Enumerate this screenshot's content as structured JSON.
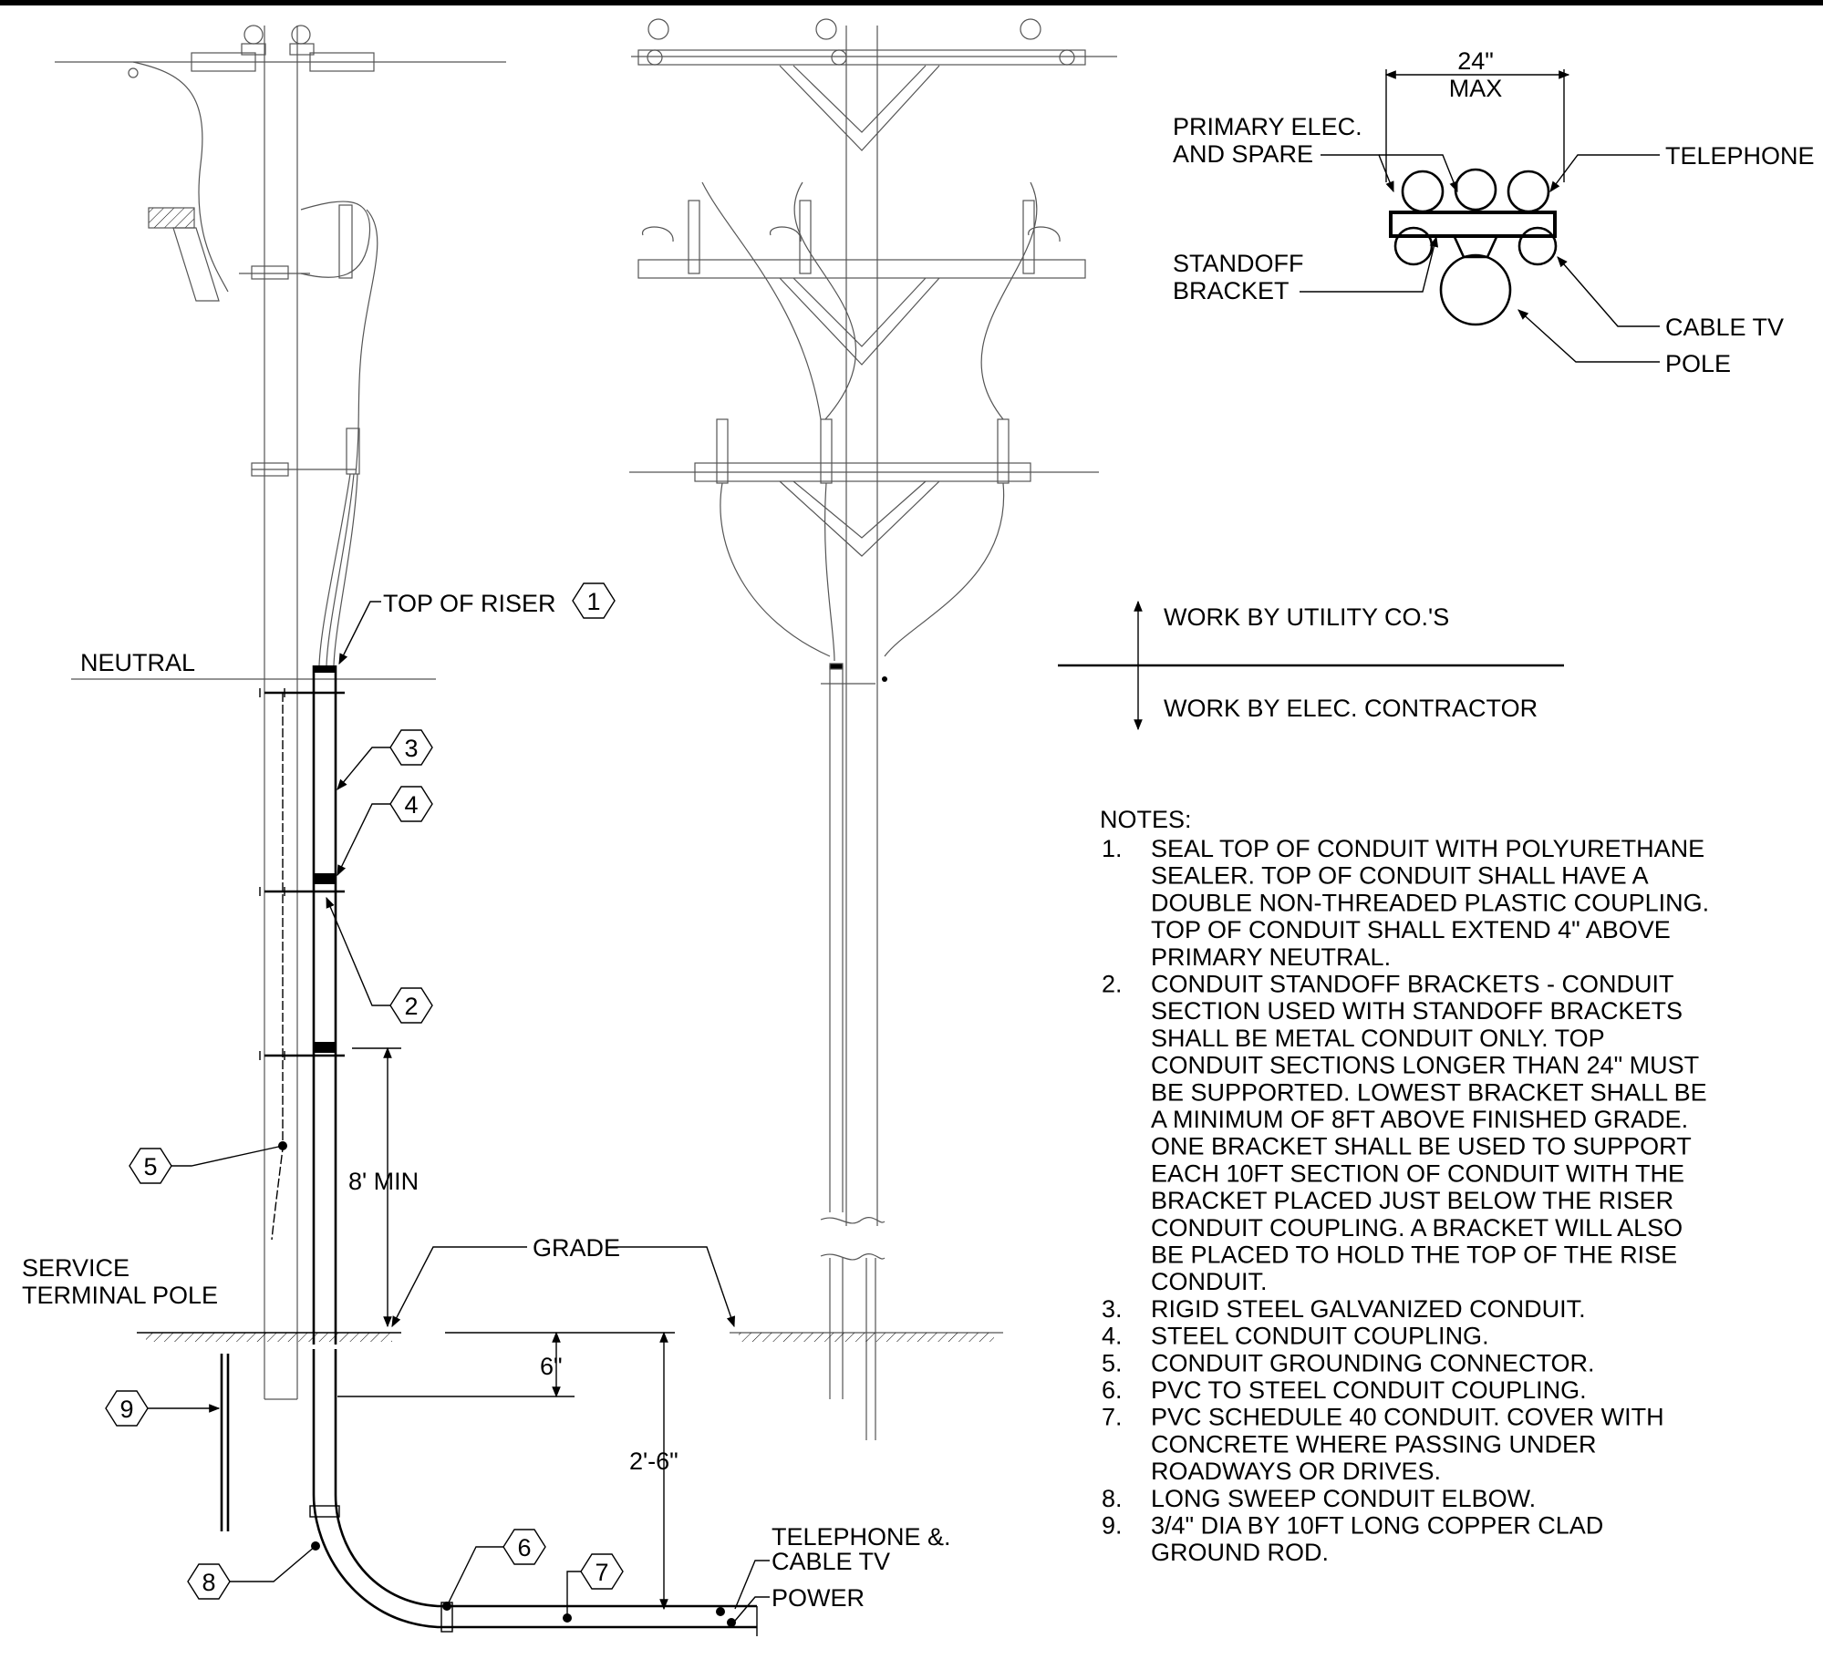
{
  "pole_labels": {
    "top_of_riser": "TOP OF RISER",
    "neutral": "NEUTRAL",
    "min_height": "8' MIN",
    "grade": "GRADE",
    "service_pole_line1": "SERVICE",
    "service_pole_line2": "TERMINAL POLE",
    "depth_6": "6\"",
    "depth_2_6": "2'-6\"",
    "telephone_line1": "TELEPHONE &.",
    "telephone_line2": "CABLE TV",
    "power": "POWER"
  },
  "callouts": [
    "1",
    "2",
    "3",
    "4",
    "5",
    "6",
    "7",
    "8",
    "9"
  ],
  "plan_view": {
    "dimension": "24\"",
    "dimension_sub": "MAX",
    "primary_line1": "PRIMARY ELEC.",
    "primary_line2": "AND SPARE",
    "telephone": "TELEPHONE",
    "standoff_line1": "STANDOFF",
    "standoff_line2": "BRACKET",
    "cable_tv": "CABLE TV",
    "pole": "POLE"
  },
  "legend": {
    "work_utility": "WORK BY UTILITY CO.'S",
    "work_contractor": "WORK BY ELEC. CONTRACTOR"
  },
  "notes": {
    "heading": "NOTES:",
    "items": [
      {
        "num": "1.",
        "lines": [
          "SEAL TOP OF CONDUIT WITH POLYURETHANE",
          "SEALER. TOP OF CONDUIT SHALL HAVE A",
          "DOUBLE NON-THREADED PLASTIC COUPLING.",
          "TOP OF CONDUIT SHALL EXTEND 4\" ABOVE",
          "PRIMARY NEUTRAL."
        ]
      },
      {
        "num": "2.",
        "lines": [
          "CONDUIT STANDOFF BRACKETS - CONDUIT",
          "SECTION USED WITH STANDOFF BRACKETS",
          "SHALL BE METAL CONDUIT ONLY. TOP",
          "CONDUIT SECTIONS LONGER THAN 24\" MUST",
          "BE SUPPORTED. LOWEST BRACKET SHALL BE",
          "A MINIMUM OF 8FT ABOVE FINISHED GRADE.",
          "ONE BRACKET SHALL BE USED TO SUPPORT",
          "EACH 10FT SECTION OF CONDUIT WITH THE",
          "BRACKET PLACED JUST BELOW THE RISER",
          "CONDUIT COUPLING. A BRACKET WILL ALSO",
          "BE PLACED TO HOLD THE TOP OF THE RISE",
          "CONDUIT."
        ]
      },
      {
        "num": "3.",
        "lines": [
          "RIGID STEEL GALVANIZED CONDUIT."
        ]
      },
      {
        "num": "4.",
        "lines": [
          "STEEL CONDUIT COUPLING."
        ]
      },
      {
        "num": "5.",
        "lines": [
          "CONDUIT GROUNDING CONNECTOR."
        ]
      },
      {
        "num": "6.",
        "lines": [
          "PVC TO STEEL CONDUIT COUPLING."
        ]
      },
      {
        "num": "7.",
        "lines": [
          "PVC SCHEDULE 40 CONDUIT. COVER WITH",
          "CONCRETE WHERE PASSING UNDER",
          "ROADWAYS OR DRIVES."
        ]
      },
      {
        "num": "8.",
        "lines": [
          "LONG SWEEP CONDUIT ELBOW."
        ]
      },
      {
        "num": "9.",
        "lines": [
          "3/4\" DIA BY 10FT LONG COPPER CLAD",
          "GROUND ROD."
        ]
      }
    ]
  }
}
